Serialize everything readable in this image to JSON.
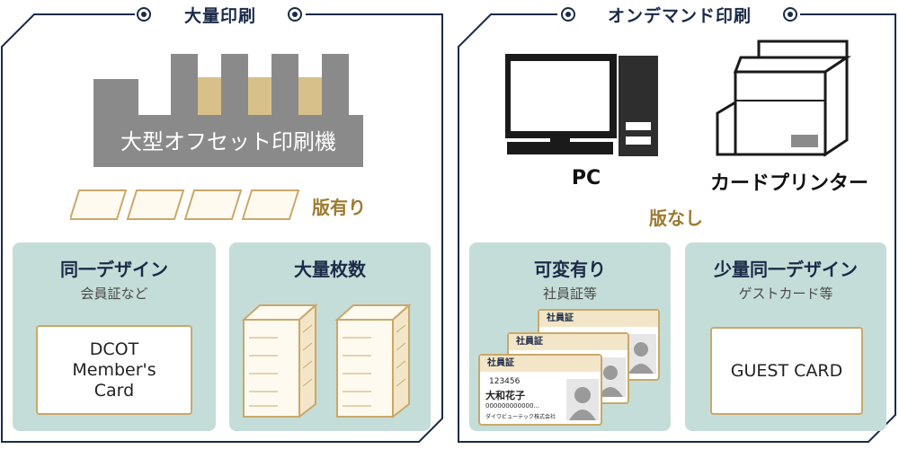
{
  "sections": {
    "left": {
      "title": "大量印刷",
      "press_label": "大型オフセット印刷機",
      "plate_label": "版有り",
      "panels": [
        {
          "title": "同一デザイン",
          "subtitle": "会員証など",
          "card_text": "DCOT\nMember's\nCard"
        },
        {
          "title": "大量枚数"
        }
      ]
    },
    "right": {
      "title": "オンデマンド印刷",
      "devices": [
        {
          "label": "PC"
        },
        {
          "label": "カードプリンター"
        }
      ],
      "plate_label": "版なし",
      "panels": [
        {
          "title": "可変有り",
          "subtitle": "社員証等",
          "id_card": {
            "header": "社員証",
            "number": "123456",
            "name": "大和花子",
            "code": "000000000000...",
            "company": "ダイワビューテック株式会社"
          }
        },
        {
          "title": "少量同一デザイン",
          "subtitle": "ゲストカード等",
          "card_text": "GUEST CARD"
        }
      ]
    }
  },
  "colors": {
    "navy": "#1a2a48",
    "gold": "#c9a86a",
    "gold_fill": "#d8c08a",
    "gray_machine": "#8a8a8a",
    "panel_bg": "#c5ddd8"
  }
}
